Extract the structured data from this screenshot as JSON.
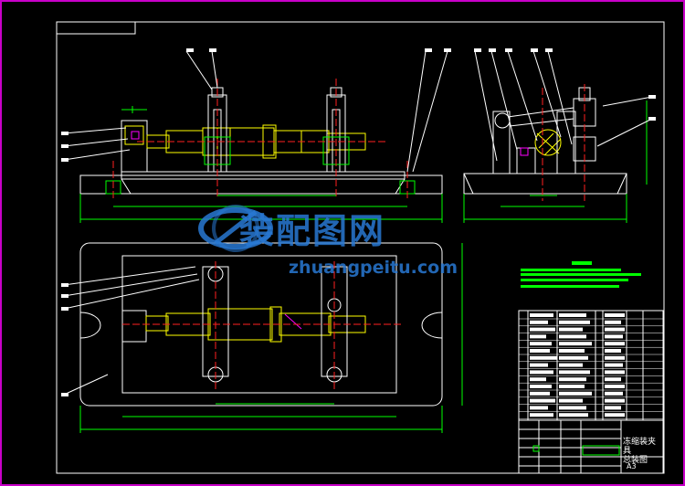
{
  "title_block": {
    "drawing_name": "冻缩装夹具\n总装图",
    "paper_size": "A3"
  },
  "watermark": {
    "brand": "装配图网",
    "url": "zhuangpeitu.com"
  },
  "colors": {
    "background": "#000000",
    "outer_border": "#c800c8",
    "frame": "#ffffff",
    "part_yellow": "#ffff00",
    "dimension_green": "#00ff00",
    "center_red": "#ff2020",
    "accent_magenta": "#ff00ff",
    "watermark_blue": "#2878d2"
  },
  "icons": {
    "watermark_logo": "globe-ring-icon"
  }
}
